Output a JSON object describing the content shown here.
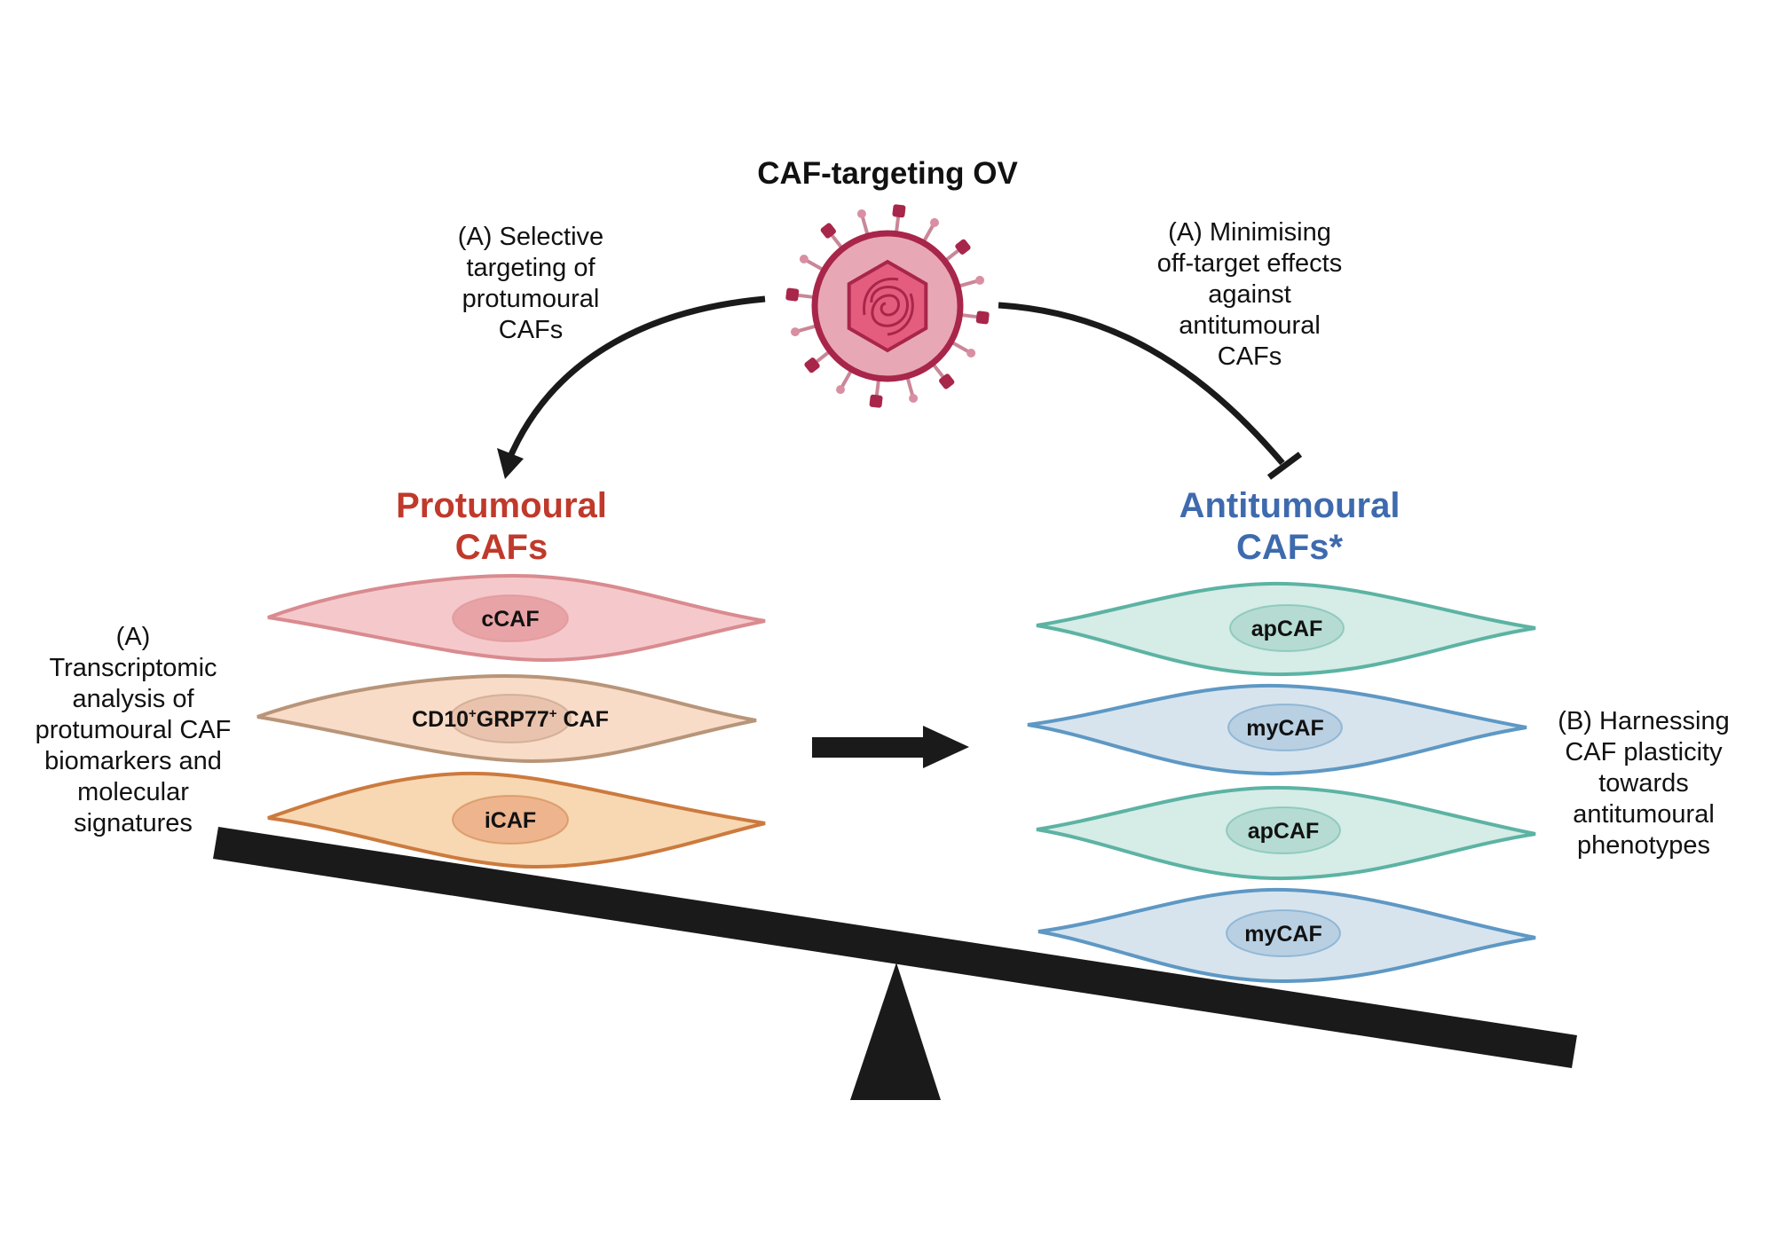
{
  "title": "CAF-targeting OV",
  "left_note": [
    "(A) Selective",
    "targeting of",
    "protumoural",
    "CAFs"
  ],
  "right_note": [
    "(A) Minimising",
    "off-target effects",
    "against",
    "antitumoural",
    "CAFs"
  ],
  "pro_heading": [
    "Protumoural",
    "CAFs"
  ],
  "anti_heading": [
    "Antitumoural",
    "CAFs*"
  ],
  "side_left": [
    "(A)",
    "Transcriptomic",
    "analysis of",
    "protumoural CAF",
    "biomarkers and",
    "molecular",
    "signatures"
  ],
  "side_right": [
    "(B) Harnessing",
    "CAF plasticity",
    "towards",
    "antitumoural",
    "phenotypes"
  ],
  "pro_cells": [
    {
      "label": "cCAF",
      "fill": "#f5c9cb",
      "stroke": "#d98b8f",
      "nucleus": "#e8a3a6"
    },
    {
      "label_main": "CD10",
      "label_sup1": "+",
      "label_mid": "GRP77",
      "label_sup2": "+",
      "label_end": " CAF",
      "fill": "#f8dcc8",
      "stroke": "#b89579",
      "nucleus": "#e9c3ad"
    },
    {
      "label": "iCAF",
      "fill": "#f7d8b2",
      "stroke": "#cc7a3e",
      "nucleus": "#edb48e"
    }
  ],
  "anti_cells": [
    {
      "label": "apCAF",
      "fill": "#d6ece6",
      "stroke": "#5cb3a3",
      "nucleus": "#b5dbd2"
    },
    {
      "label": "myCAF",
      "fill": "#d7e4ee",
      "stroke": "#5e98c4",
      "nucleus": "#b9cfe2"
    },
    {
      "label": "apCAF",
      "fill": "#d6ece6",
      "stroke": "#5cb3a3",
      "nucleus": "#b5dbd2"
    },
    {
      "label": "myCAF",
      "fill": "#d7e4ee",
      "stroke": "#5e98c4",
      "nucleus": "#b9cfe2"
    }
  ],
  "colors": {
    "pro_heading": "#c0392b",
    "anti_heading": "#3e6aae",
    "virus_outer": "#e8a7b5",
    "virus_ring": "#a8264a",
    "virus_core": "#e45d7f",
    "dark": "#1a1a1a"
  },
  "icons": [
    "virus-icon",
    "curved-arrow-icon",
    "inhibition-arrow-icon",
    "right-arrow-icon",
    "seesaw-icon"
  ]
}
